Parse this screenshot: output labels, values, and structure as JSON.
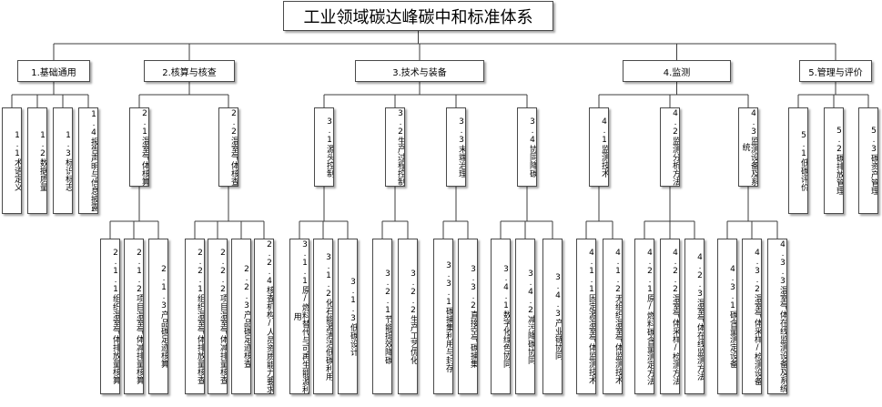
{
  "root": "工业领域碳达峰碳中和标准体系",
  "categories": [
    {
      "label": "1.基础通用",
      "children": [
        {
          "label": "1.1术语定义"
        },
        {
          "label": "1.2数据质量"
        },
        {
          "label": "1.3标识标志"
        },
        {
          "label": "1.4报告声明与信息披露"
        }
      ]
    },
    {
      "label": "2.核算与核查",
      "children": [
        {
          "label": "2.1温室气体核算",
          "children": [
            {
              "label": "2.1.1组织温室气体排放量核算"
            },
            {
              "label": "2.1.2项目温室气体减排量核算"
            },
            {
              "label": "2.1.3产品碳足迹核算"
            }
          ]
        },
        {
          "label": "2.2温室气体核查",
          "children": [
            {
              "label": "2.2.1组织温室气体排放量核查"
            },
            {
              "label": "2.2.2项目温室气体减排量核查"
            },
            {
              "label": "2.2.3产品碳足迹核查"
            },
            {
              "label": "2.2.4核查机构/人员资质能力要求"
            }
          ]
        }
      ]
    },
    {
      "label": "3.技术与装备",
      "children": [
        {
          "label": "3.1源头控制",
          "children": [
            {
              "label": "3.1.1原/燃料替代与可再生能源利用"
            },
            {
              "label": "3.1.2化石能源清洁低碳利用"
            },
            {
              "label": "3.1.3低碳设计"
            }
          ]
        },
        {
          "label": "3.2生产过程控制",
          "children": [
            {
              "label": "3.2.1节能提效降碳"
            },
            {
              "label": "3.2.2生产工艺优化"
            }
          ]
        },
        {
          "label": "3.3末端治理",
          "children": [
            {
              "label": "3.3.1碳捕集利用与封存"
            },
            {
              "label": "3.3.2直接空气碳捕集"
            }
          ]
        },
        {
          "label": "3.4协同降碳",
          "children": [
            {
              "label": "3.4.1数字化绿色协同"
            },
            {
              "label": "3.4.2减污降碳协同"
            },
            {
              "label": "3.4.3产业链协同"
            }
          ]
        }
      ]
    },
    {
      "label": "4.监测",
      "children": [
        {
          "label": "4.1监测技术",
          "children": [
            {
              "label": "4.1.1固定源温室气体监测技术"
            },
            {
              "label": "4.1.2无组织温室气体监测技术"
            }
          ]
        },
        {
          "label": "4.2监测分析方法",
          "children": [
            {
              "label": "4.2.1原/燃料碳含量测定方法"
            },
            {
              "label": "4.2.2温室气体采样/检测方法"
            },
            {
              "label": "4.2.3温室气体在线监测方法"
            }
          ]
        },
        {
          "label": "4.3监测设备及系统",
          "children": [
            {
              "label": "4.3.1碳含量测定设备"
            },
            {
              "label": "4.3.2温室气体采样/检测设备"
            },
            {
              "label": "4.3.3温室气体在线监测设备及系统"
            }
          ]
        }
      ]
    },
    {
      "label": "5.管理与评价",
      "children": [
        {
          "label": "5.1低碳评价"
        },
        {
          "label": "5.2碳排放管理"
        },
        {
          "label": "5.3碳资产管理"
        }
      ]
    }
  ]
}
